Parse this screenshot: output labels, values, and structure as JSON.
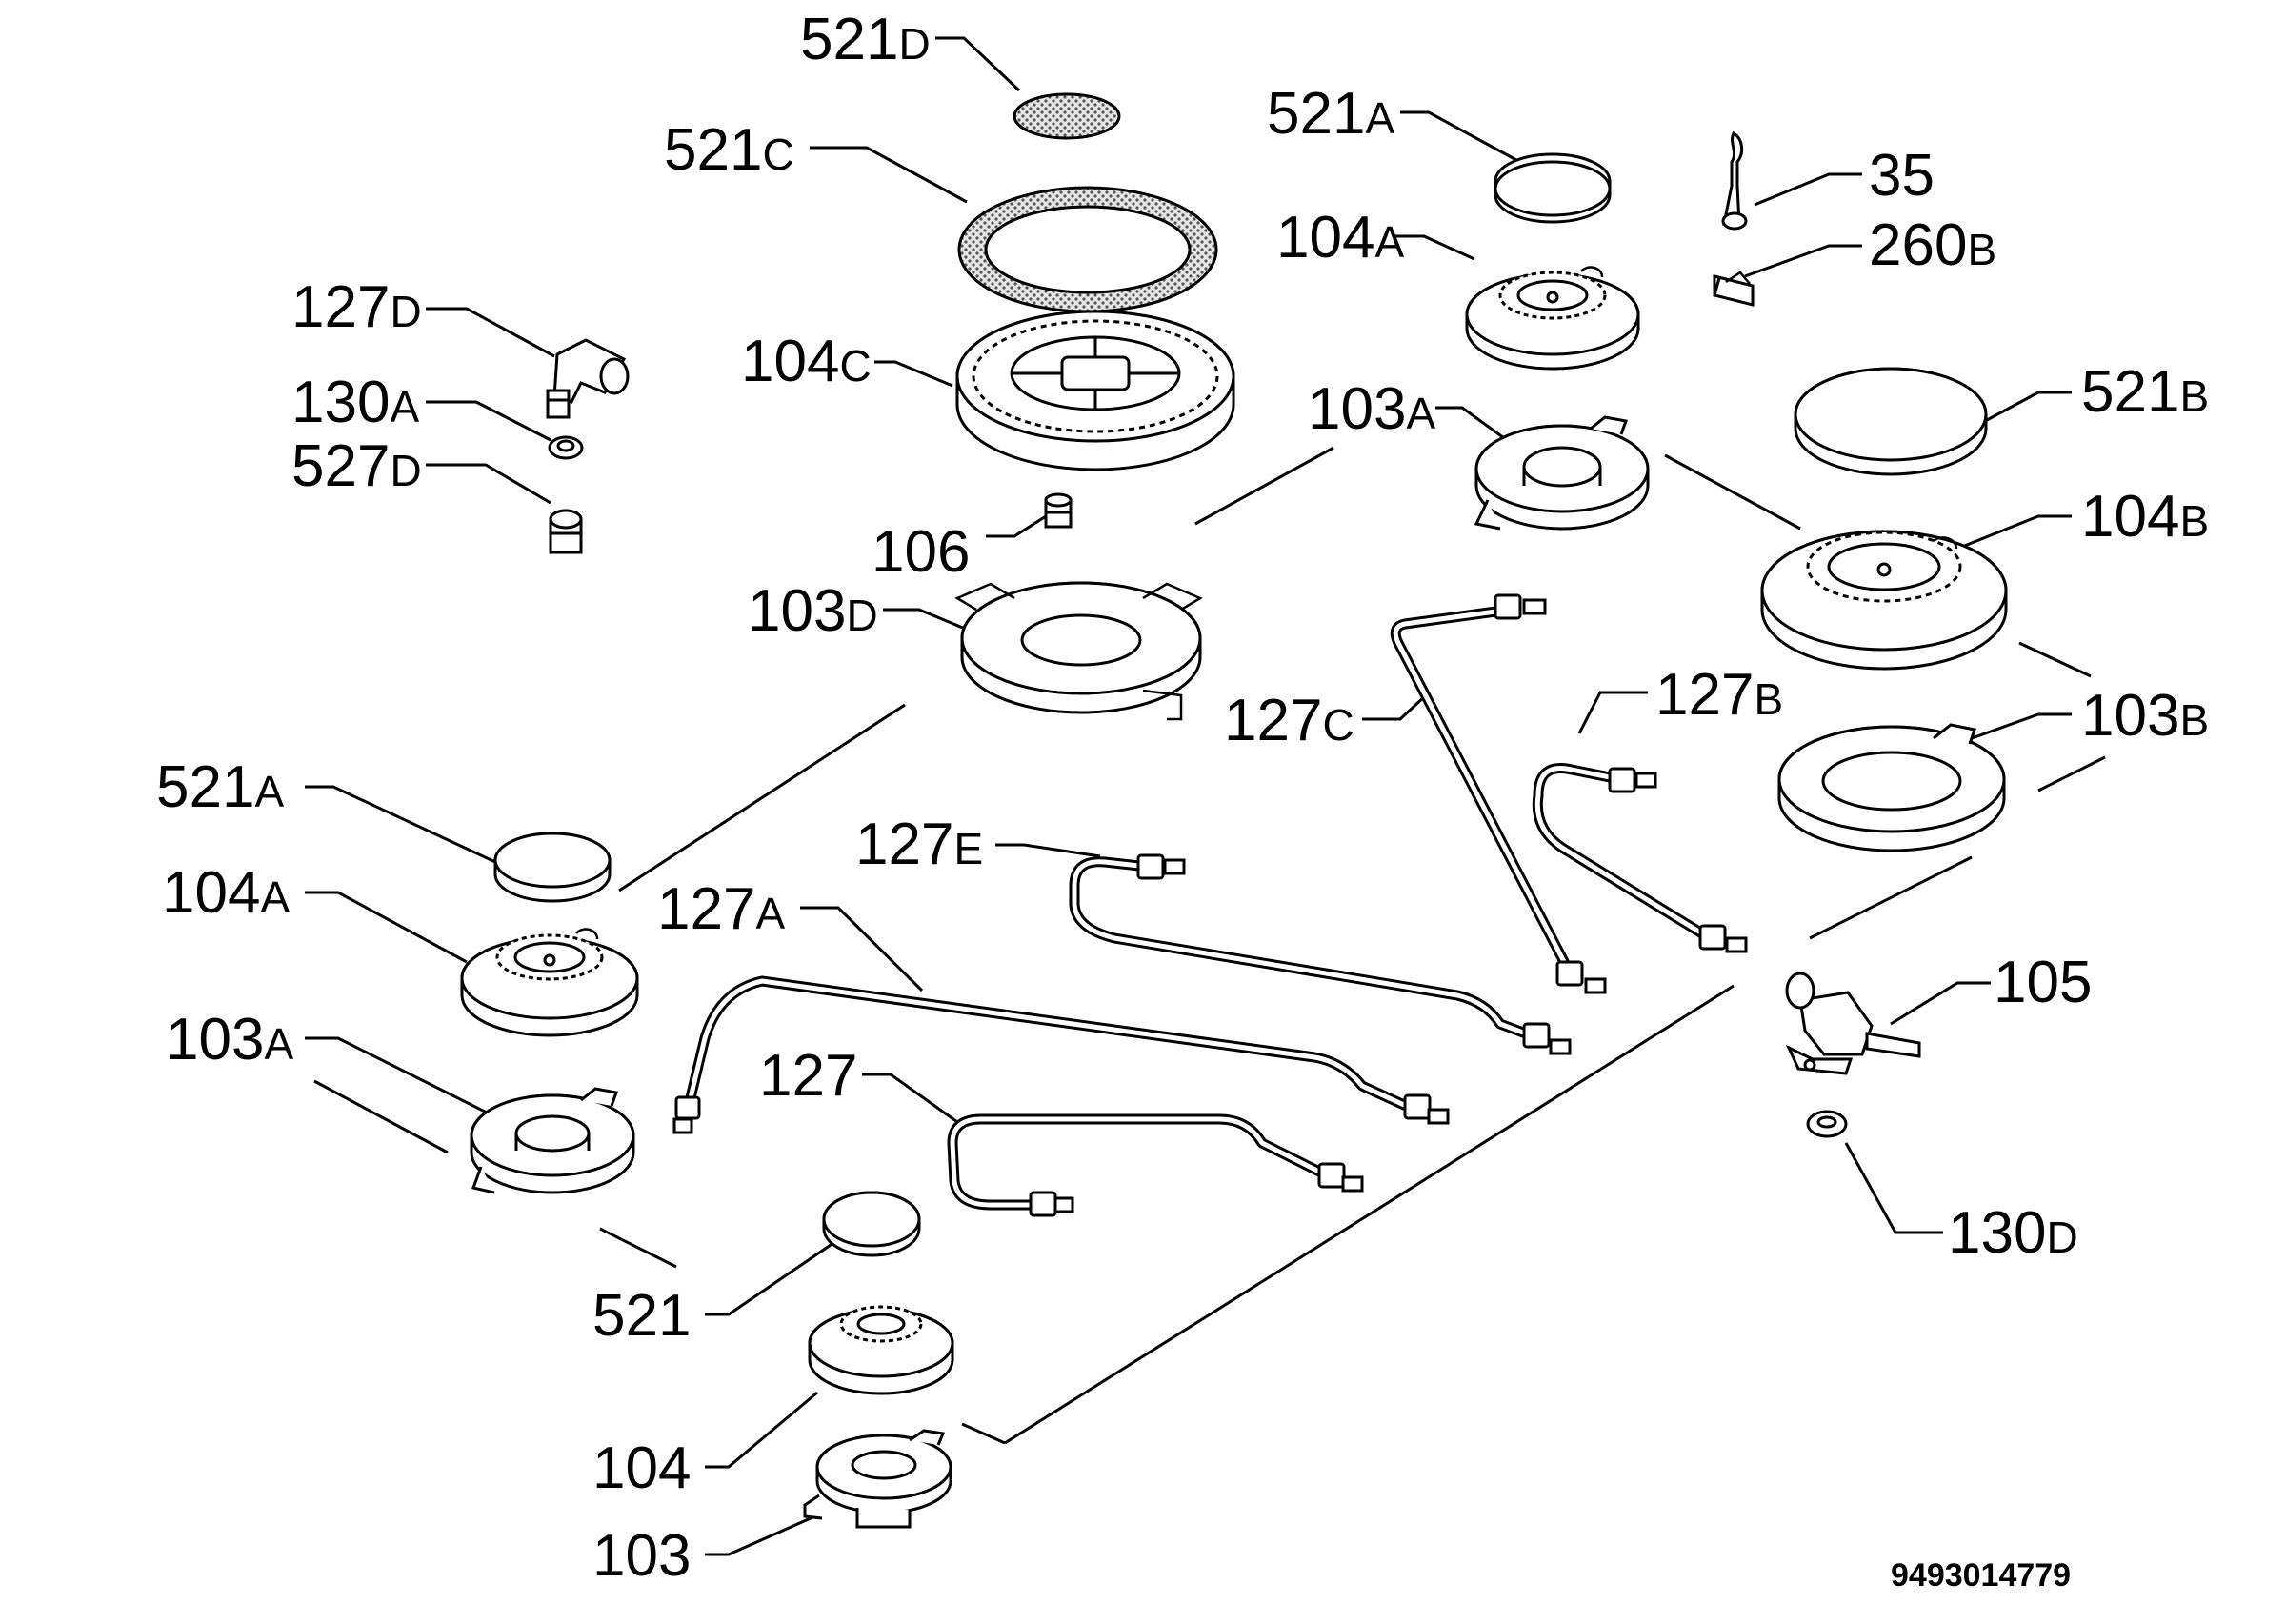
{
  "drawing_number": "9493014779",
  "labels": [
    {
      "id": "521d",
      "num": "521",
      "suffix": "D"
    },
    {
      "id": "521c",
      "num": "521",
      "suffix": "C"
    },
    {
      "id": "127d",
      "num": "127",
      "suffix": "D"
    },
    {
      "id": "130a",
      "num": "130",
      "suffix": "A"
    },
    {
      "id": "527d",
      "num": "527",
      "suffix": "D"
    },
    {
      "id": "104c",
      "num": "104",
      "suffix": "C"
    },
    {
      "id": "106",
      "num": "106",
      "suffix": ""
    },
    {
      "id": "103d",
      "num": "103",
      "suffix": "D"
    },
    {
      "id": "521a-r",
      "num": "521",
      "suffix": "A"
    },
    {
      "id": "104a-r",
      "num": "104",
      "suffix": "A"
    },
    {
      "id": "103a-r",
      "num": "103",
      "suffix": "A"
    },
    {
      "id": "35",
      "num": "35",
      "suffix": ""
    },
    {
      "id": "260b",
      "num": "260",
      "suffix": "B"
    },
    {
      "id": "521b",
      "num": "521",
      "suffix": "B"
    },
    {
      "id": "104b",
      "num": "104",
      "suffix": "B"
    },
    {
      "id": "103b",
      "num": "103",
      "suffix": "B"
    },
    {
      "id": "127c",
      "num": "127",
      "suffix": "C"
    },
    {
      "id": "127b",
      "num": "127",
      "suffix": "B"
    },
    {
      "id": "127e",
      "num": "127",
      "suffix": "E"
    },
    {
      "id": "127a",
      "num": "127",
      "suffix": "A"
    },
    {
      "id": "127",
      "num": "127",
      "suffix": ""
    },
    {
      "id": "521a-l",
      "num": "521",
      "suffix": "A"
    },
    {
      "id": "104a-l",
      "num": "104",
      "suffix": "A"
    },
    {
      "id": "103a-l",
      "num": "103",
      "suffix": "A"
    },
    {
      "id": "521",
      "num": "521",
      "suffix": ""
    },
    {
      "id": "104",
      "num": "104",
      "suffix": ""
    },
    {
      "id": "103",
      "num": "103",
      "suffix": ""
    },
    {
      "id": "105",
      "num": "105",
      "suffix": ""
    },
    {
      "id": "130d",
      "num": "130",
      "suffix": "D"
    }
  ]
}
